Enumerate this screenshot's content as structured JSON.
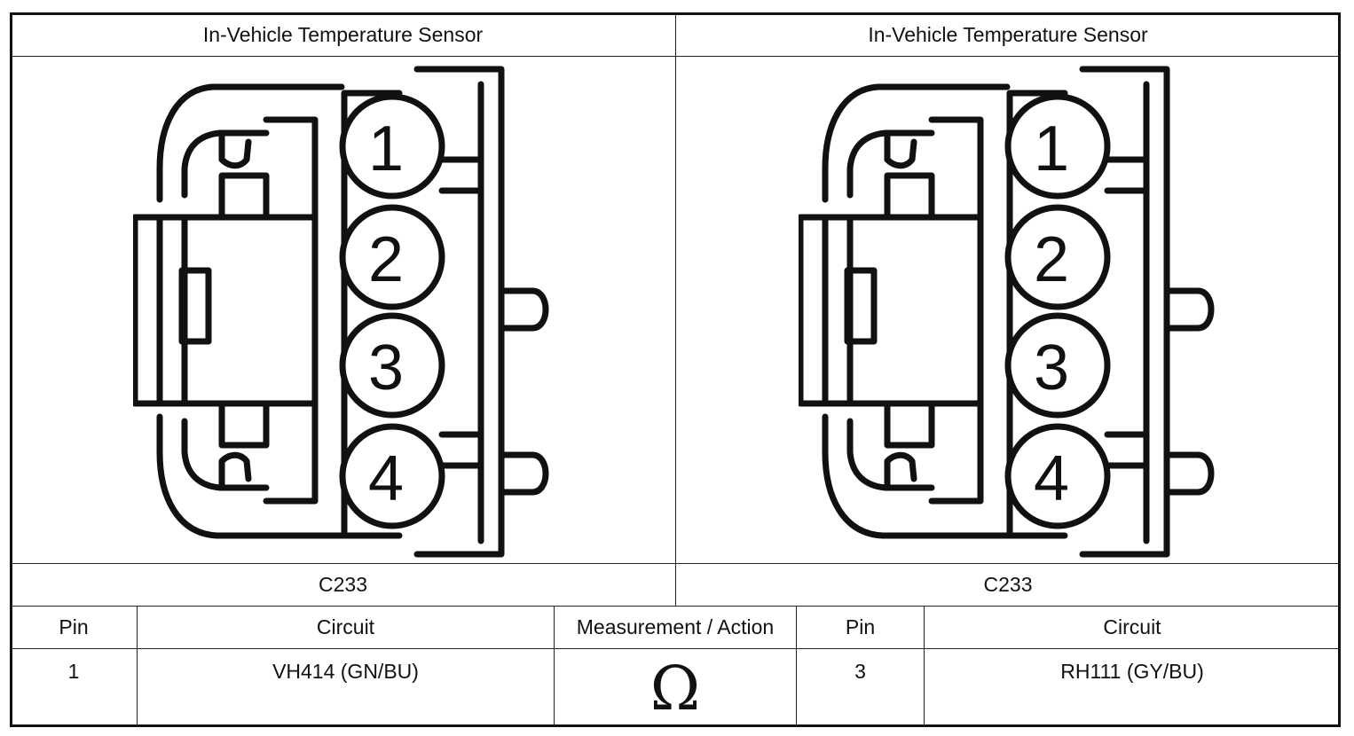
{
  "left_panel": {
    "title": "In-Vehicle Temperature Sensor",
    "connector_id": "C233",
    "pin_numbers": [
      "1",
      "2",
      "3",
      "4"
    ]
  },
  "right_panel": {
    "title": "In-Vehicle Temperature Sensor",
    "connector_id": "C233",
    "pin_numbers": [
      "1",
      "2",
      "3",
      "4"
    ]
  },
  "table": {
    "headers": {
      "pin_a": "Pin",
      "circuit_a": "Circuit",
      "measurement": "Measurement / Action",
      "pin_b": "Pin",
      "circuit_b": "Circuit"
    },
    "row": {
      "pin_a": "1",
      "circuit_a": "VH414 (GN/BU)",
      "measurement_symbol": "Ω",
      "pin_b": "3",
      "circuit_b": "RH111 (GY/BU)"
    }
  },
  "colors": {
    "line": "#111111",
    "background": "#ffffff"
  }
}
